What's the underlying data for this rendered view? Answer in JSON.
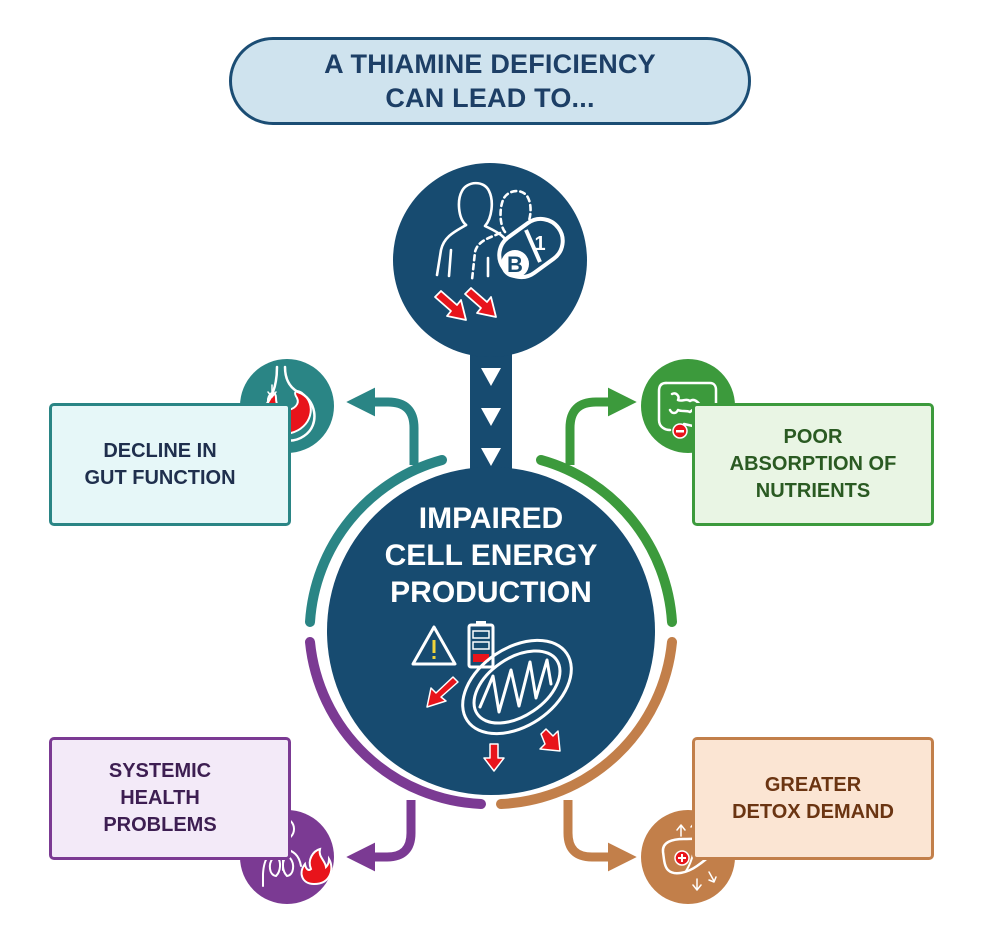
{
  "title": {
    "line1": "A THIAMINE DEFICIENCY",
    "line2": "CAN LEAD TO..."
  },
  "center": {
    "line1": "IMPAIRED",
    "line2": "CELL ENERGY",
    "line3": "PRODUCTION"
  },
  "top_icon": {
    "vitamin_letter": "B",
    "vitamin_number": "1"
  },
  "outcomes": {
    "gut": {
      "line1": "DECLINE IN",
      "line2": "GUT FUNCTION"
    },
    "nutrients": {
      "line1": "POOR",
      "line2": "ABSORPTION OF",
      "line3": "NUTRIENTS"
    },
    "systemic": {
      "line1": "SYSTEMIC",
      "line2": "HEALTH",
      "line3": "PROBLEMS"
    },
    "detox": {
      "line1": "GREATER",
      "line2": "DETOX DEMAND"
    }
  },
  "colors": {
    "navy": "#174b70",
    "teal": "#2a8585",
    "green": "#3c9a3c",
    "purple": "#7b3a93",
    "orange": "#c27f4a",
    "alert_red": "#e8141b"
  }
}
